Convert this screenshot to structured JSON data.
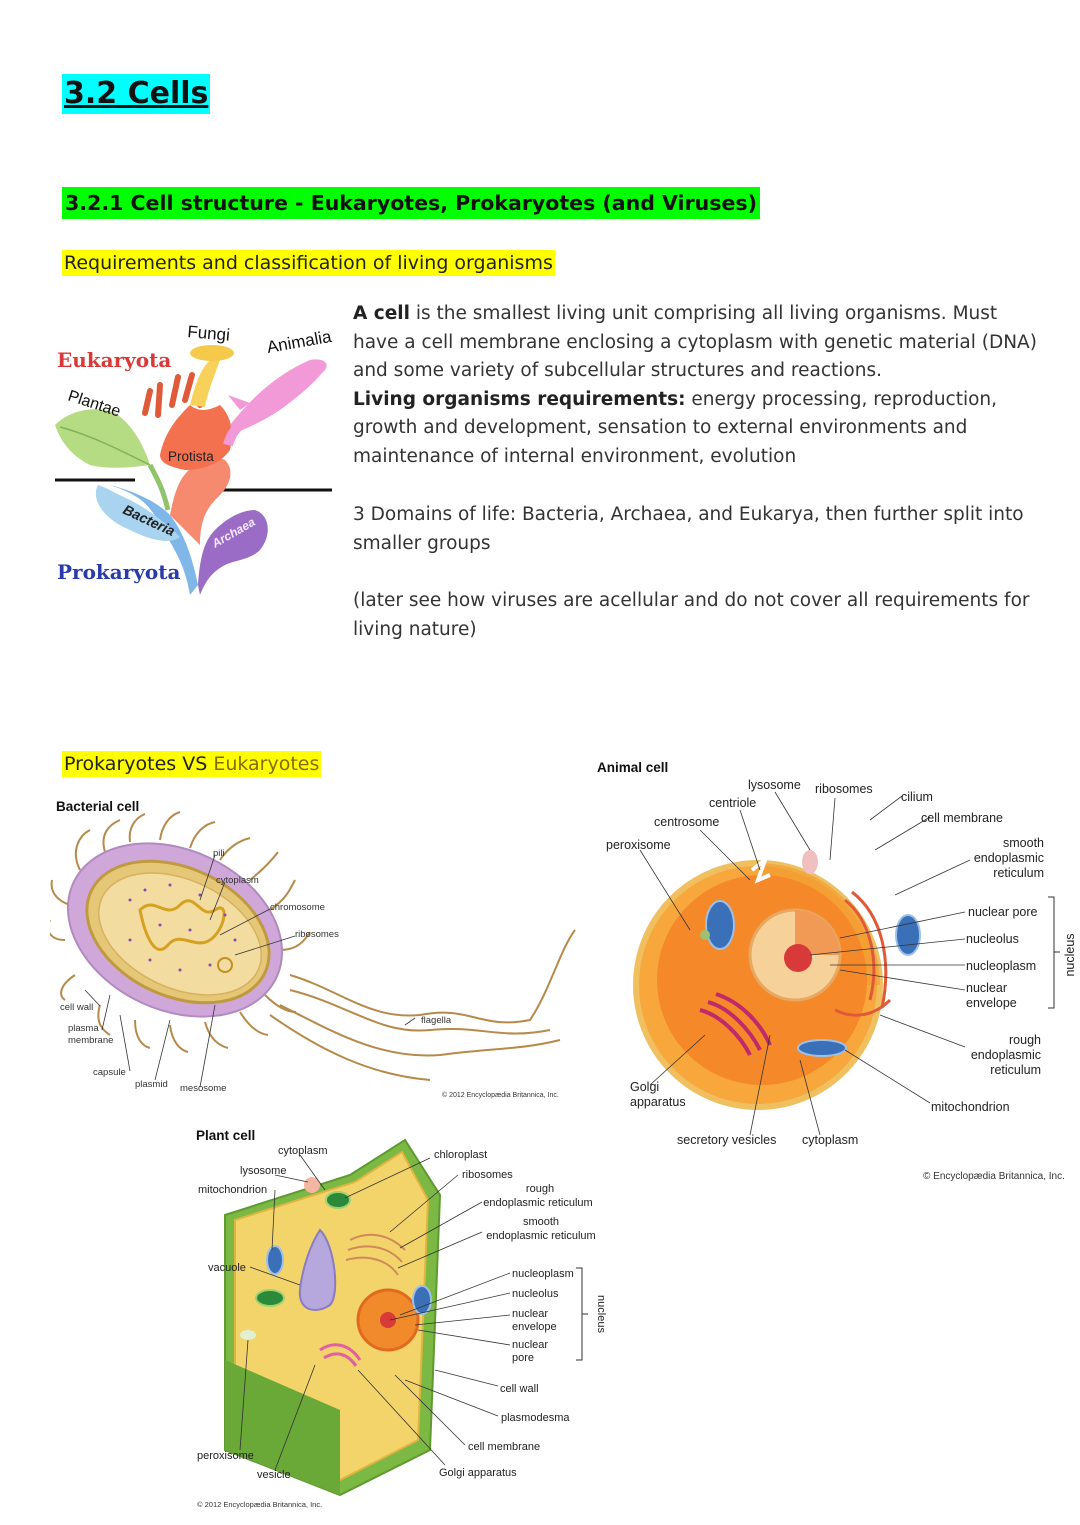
{
  "title": "3.2 Cells",
  "section": "3.2.1 Cell structure - Eukaryotes, Prokaryotes (and Viruses)",
  "subheading1": "Requirements and classification of living organisms",
  "tree": {
    "eukaryota": "Eukaryota",
    "prokaryota": "Prokaryota",
    "fungi": "Fungi",
    "animalia": "Animalia",
    "plantae": "Plantae",
    "protista": "Protista",
    "bacteria": "Bacteria",
    "archaea": "Archaea"
  },
  "intro": {
    "p1_bold": "A cell",
    "p1_rest": " is the smallest living unit comprising all living organisms. Must have a cell membrane enclosing a cytoplasm with genetic material (DNA) and some variety of subcellular structures and reactions.",
    "p2_bold": "Living organisms requirements:",
    "p2_rest": " energy processing, reproduction, growth and development, sensation to external environments and maintenance of internal environment, evolution",
    "p3": "3 Domains of life: Bacteria, Archaea, and Eukarya, then further split into smaller groups",
    "p4": "(later see how viruses are acellular and do not cover all requirements for living nature)"
  },
  "subheading2_a": "Prokaryotes VS ",
  "subheading2_b": "Eukaryotes",
  "bacterial": {
    "title": "Bacterial cell",
    "pili": "pili",
    "cytoplasm": "cytoplasm",
    "chromosome": "chromosome",
    "ribosomes": "ribosomes",
    "cell_wall": "cell wall",
    "plasma1": "plasma",
    "plasma2": "membrane",
    "capsule": "capsule",
    "plasmid": "plasmid",
    "mesosome": "mesosome",
    "flagella": "flagella",
    "copyright": "© 2012 Encyclopædia Britannica, Inc."
  },
  "animal": {
    "title": "Animal cell",
    "lysosome": "lysosome",
    "ribosomes": "ribosomes",
    "centriole": "centriole",
    "cilium": "cilium",
    "cell_membrane": "cell membrane",
    "centrosome": "centrosome",
    "peroxisome": "peroxisome",
    "smooth1": "smooth",
    "smooth2": "endoplasmic",
    "smooth3": "reticulum",
    "nuclear_pore": "nuclear pore",
    "nucleolus": "nucleolus",
    "nucleoplasm": "nucleoplasm",
    "nuclear_env1": "nuclear",
    "nuclear_env2": "envelope",
    "nucleus": "nucleus",
    "rough1": "rough",
    "rough2": "endoplasmic",
    "rough3": "reticulum",
    "golgi1": "Golgi",
    "golgi2": "apparatus",
    "mitochondrion": "mitochondrion",
    "secretory": "secretory vesicles",
    "cytoplasm": "cytoplasm",
    "copyright": "© Encyclopædia Britannica, Inc."
  },
  "plant": {
    "title": "Plant cell",
    "cytoplasm": "cytoplasm",
    "lysosome": "lysosome",
    "mitochondrion": "mitochondrion",
    "chloroplast": "chloroplast",
    "ribosomes": "ribosomes",
    "rough1": "rough",
    "rough2": "endoplasmic reticulum",
    "smooth1": "smooth",
    "smooth2": "endoplasmic reticulum",
    "vacuole": "vacuole",
    "nucleoplasm": "nucleoplasm",
    "nucleolus": "nucleolus",
    "nuclear_env1": "nuclear",
    "nuclear_env2": "envelope",
    "nuclear_pore1": "nuclear",
    "nuclear_pore2": "pore",
    "nucleus": "nucleus",
    "cell_wall": "cell wall",
    "plasmodesma": "plasmodesma",
    "cell_membrane": "cell membrane",
    "golgi": "Golgi apparatus",
    "peroxisome": "peroxisome",
    "vesicle": "vesicle",
    "copyright": "© 2012 Encyclopædia Britannica, Inc."
  }
}
